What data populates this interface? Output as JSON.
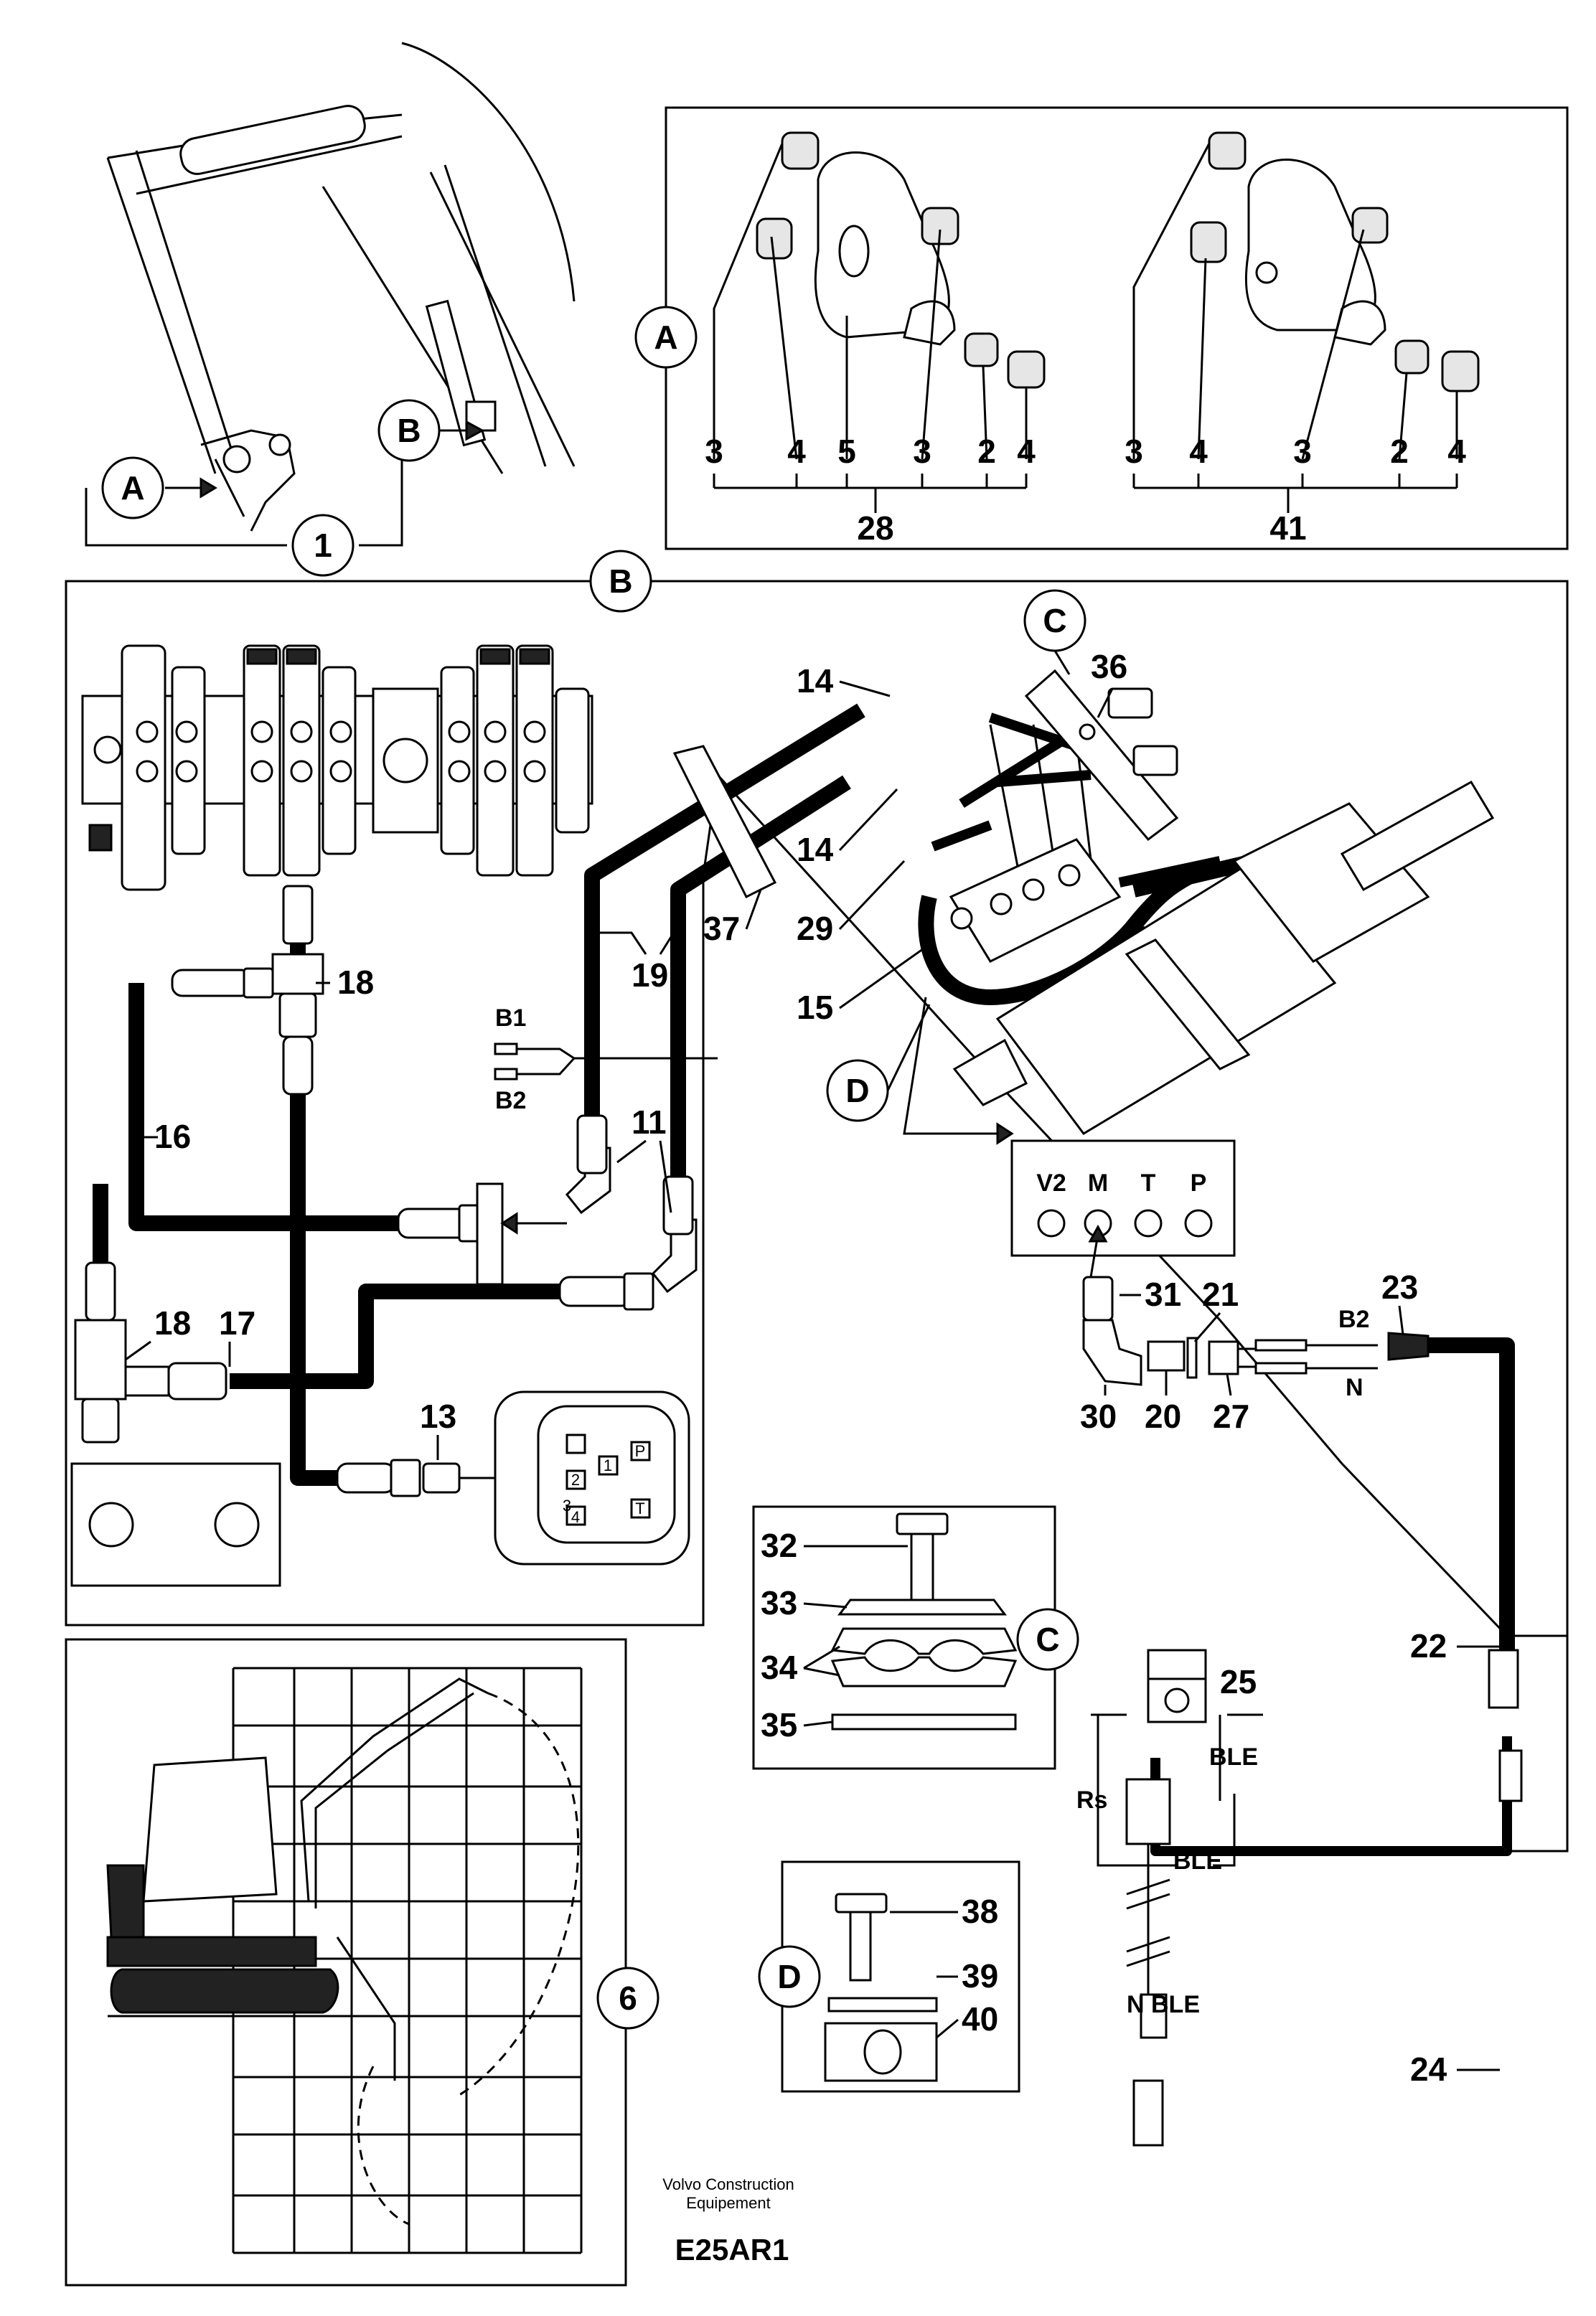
{
  "views": {
    "overview": {
      "callouts": [
        "A",
        "B",
        "1"
      ]
    },
    "view_a": {
      "tag": "A",
      "kit_left": {
        "parts": [
          "3",
          "4",
          "5",
          "3",
          "2",
          "4"
        ],
        "kit": "28"
      },
      "kit_right": {
        "parts": [
          "3",
          "4",
          "3",
          "2",
          "4"
        ],
        "kit": "41"
      }
    },
    "view_b": {
      "tag": "B",
      "callouts": {
        "c14a": "14",
        "c14b": "14",
        "c36": "36",
        "c37": "37",
        "c29": "29",
        "c15": "15",
        "c19": "19",
        "c18a": "18",
        "c18b": "18",
        "c16": "16",
        "c17": "17",
        "c11": "11",
        "c13": "13",
        "c31": "31",
        "c30": "30",
        "c20": "20",
        "c21": "21",
        "c27": "27",
        "c23": "23",
        "c22": "22",
        "c24": "24",
        "c25": "25"
      },
      "circle_tags": {
        "c": "C",
        "d": "D"
      },
      "wire_labels": {
        "b1": "B1",
        "b2": "B2",
        "b2_conn": "B2",
        "n_conn": "N",
        "rs": "Rs",
        "ble1": "BLE",
        "ble2": "BLE",
        "n_ble": "N BLE"
      },
      "port_block_labels": [
        "V2",
        "M",
        "T",
        "P"
      ],
      "pedal_ports": [
        "1",
        "2",
        "3",
        "4",
        "P",
        "T"
      ]
    },
    "view_c": {
      "tag": "C",
      "parts": [
        "32",
        "33",
        "34",
        "35"
      ]
    },
    "view_d": {
      "tag": "D",
      "parts": [
        "38",
        "39",
        "40"
      ]
    },
    "view_6": {
      "tag": "6"
    }
  },
  "footer": {
    "maker_line1": "Volvo Construction",
    "maker_line2": "Equipement",
    "code": "E25AR1"
  }
}
